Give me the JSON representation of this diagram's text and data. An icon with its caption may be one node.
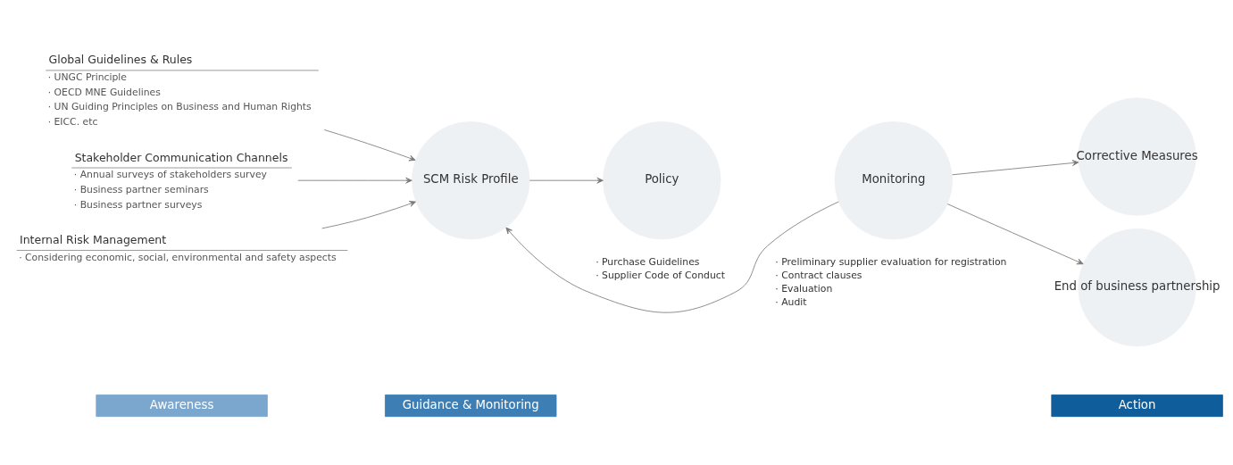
{
  "diagram": {
    "nodes": [
      {
        "text": [
          "Awareness"
        ]
      },
      {
        "text": [
          "Guidance & Monitoring"
        ]
      },
      {
        "text": [
          "Action"
        ]
      },
      {
        "text": [
          "Global Guidelines & Rules",
          "· UNGC Principle",
          "· OECD MNE Guidelines",
          "· UN Guiding Principles on Business and Human Rights",
          "· EICC. etc"
        ]
      },
      {
        "text": [
          "Stakeholder Communication Channels",
          "· Annual surveys of stakeholders survey",
          "· Business partner seminars",
          "· Business partner surveys"
        ]
      },
      {
        "text": [
          "Internal Risk Management",
          "· Considering economic, social, environmental and safety aspects"
        ]
      },
      {
        "text": [
          "SCM Risk Profile"
        ]
      },
      {
        "text": [
          "Policy"
        ],
        "beside": [
          "· Purchase Guidelines",
          "· Supplier Code of Conduct"
        ]
      },
      {
        "text": [
          "Monitoring"
        ],
        "beside": [
          "· Preliminary supplier evaluation for registration",
          "· Contract clauses",
          "· Evaluation",
          "· Audit"
        ]
      },
      {
        "text": [
          "Corrective Measures"
        ]
      },
      {
        "text": [
          "End of business partnership"
        ]
      }
    ],
    "edges": [
      {
        "from": 3,
        "to": 6,
        "arrow": "to"
      },
      {
        "from": 4,
        "to": 6,
        "arrow": "to"
      },
      {
        "from": 5,
        "to": 6,
        "arrow": "to"
      },
      {
        "from": 6,
        "to": 7,
        "arrow": "to"
      },
      {
        "from": 8,
        "to": 6,
        "arrow": "to"
      },
      {
        "from": 8,
        "to": 9,
        "arrow": "to"
      },
      {
        "from": 8,
        "to": 10,
        "arrow": "to"
      }
    ]
  }
}
